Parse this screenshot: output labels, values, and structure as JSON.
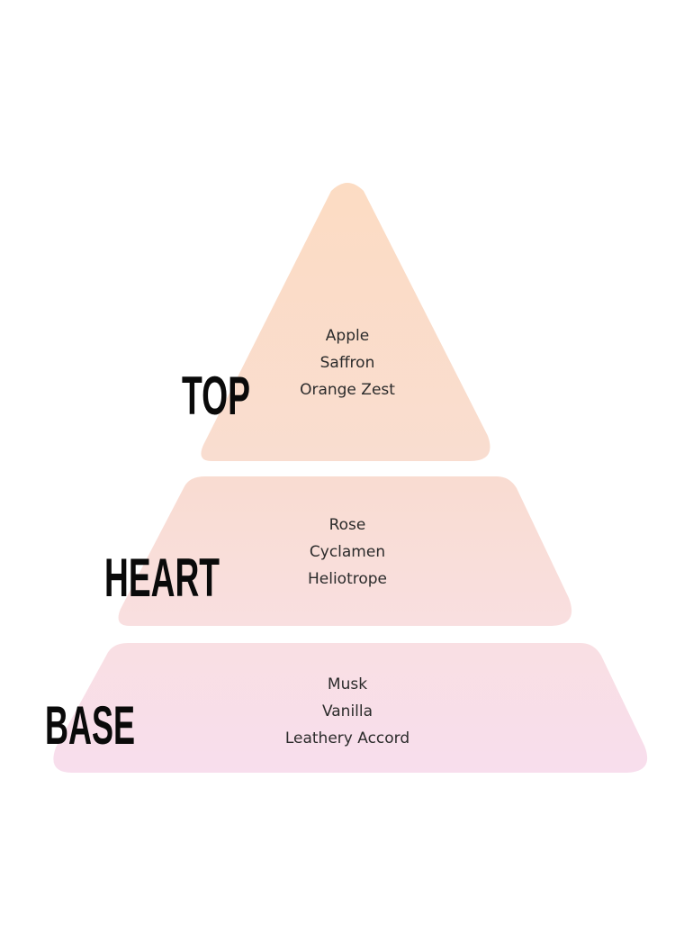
{
  "colors": {
    "top_fill_start": "#fcdcc3",
    "top_fill_end": "#f9ddd0",
    "heart_fill_start": "#f9dcd1",
    "heart_fill_end": "#f9dfe0",
    "base_fill_start": "#f9dfe3",
    "base_fill_end": "#f8deed",
    "label": "#0a0a0a",
    "note_text": "#2b2b2b"
  },
  "tiers": [
    {
      "label": "TOP",
      "notes": [
        "Apple",
        "Saffron",
        "Orange Zest"
      ]
    },
    {
      "label": "HEART",
      "notes": [
        "Rose",
        "Cyclamen",
        "Heliotrope"
      ]
    },
    {
      "label": "BASE",
      "notes": [
        "Musk",
        "Vanilla",
        "Leathery Accord"
      ]
    }
  ]
}
